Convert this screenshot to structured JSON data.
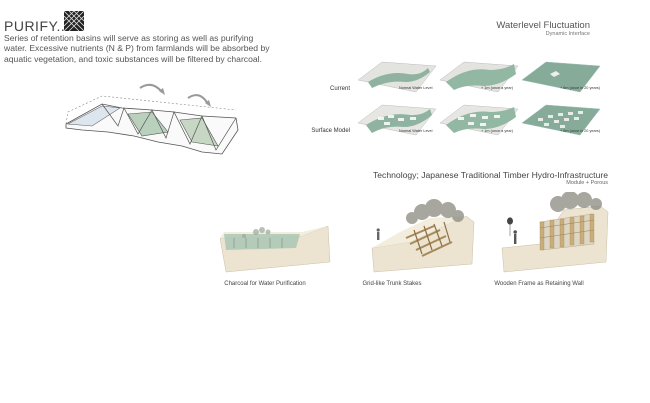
{
  "header": {
    "title": "PURIFY...",
    "intro": "Series of retention basins will serve as storing as well as purifying water. Excessive nutrients (N & P) from farmlands will be absorbed by aquatic vegetation, and toxic substances will be filtered by charcoal."
  },
  "waterlevel": {
    "title": "Waterlevel Fluctuation",
    "subtitle": "Dynamic Interface",
    "rows": [
      {
        "label": "Current",
        "captions": [
          "Normal Water Level",
          "+ 1m (once a year)",
          "+ 6m (once in 20 years)"
        ]
      },
      {
        "label": "Surface Model",
        "captions": [
          "Normal Water Level",
          "+ 1m (once a year)",
          "+ 6m (once in 20 years)"
        ]
      }
    ]
  },
  "technology": {
    "title": "Technology; Japanese Traditional Timber Hydro-Infrastructure",
    "subtitle": "Module + Porous",
    "items": [
      {
        "caption": "Charcoal for Water Purification"
      },
      {
        "caption": "Grid-like Trunk Stakes"
      },
      {
        "caption": "Wooden Frame as Retaining Wall"
      }
    ]
  },
  "colors": {
    "water": "#a9c7b4",
    "water_dark": "#7fa896",
    "ground": "#ece4d0",
    "timber": "#c9ad7a",
    "text": "#444444"
  }
}
